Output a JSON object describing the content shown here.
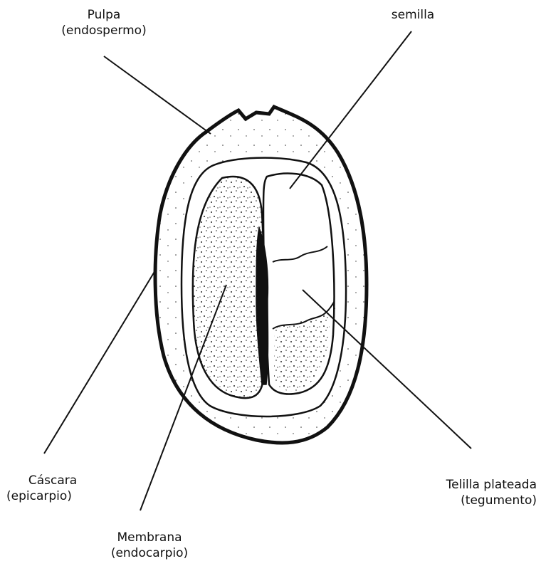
{
  "labels": {
    "pulpa": {
      "line1": "Pulpa",
      "line2": "(endospermo)"
    },
    "semilla": {
      "line1": "semilla"
    },
    "cascara": {
      "line1": "Cáscara",
      "line2": "(epicarpio)"
    },
    "membrana": {
      "line1": "Membrana",
      "line2": "(endocarpio)"
    },
    "telilla": {
      "line1": "Telilla plateada",
      "line2": "(tegumento)"
    }
  },
  "colors": {
    "ink": "#111111",
    "background": "#ffffff"
  }
}
